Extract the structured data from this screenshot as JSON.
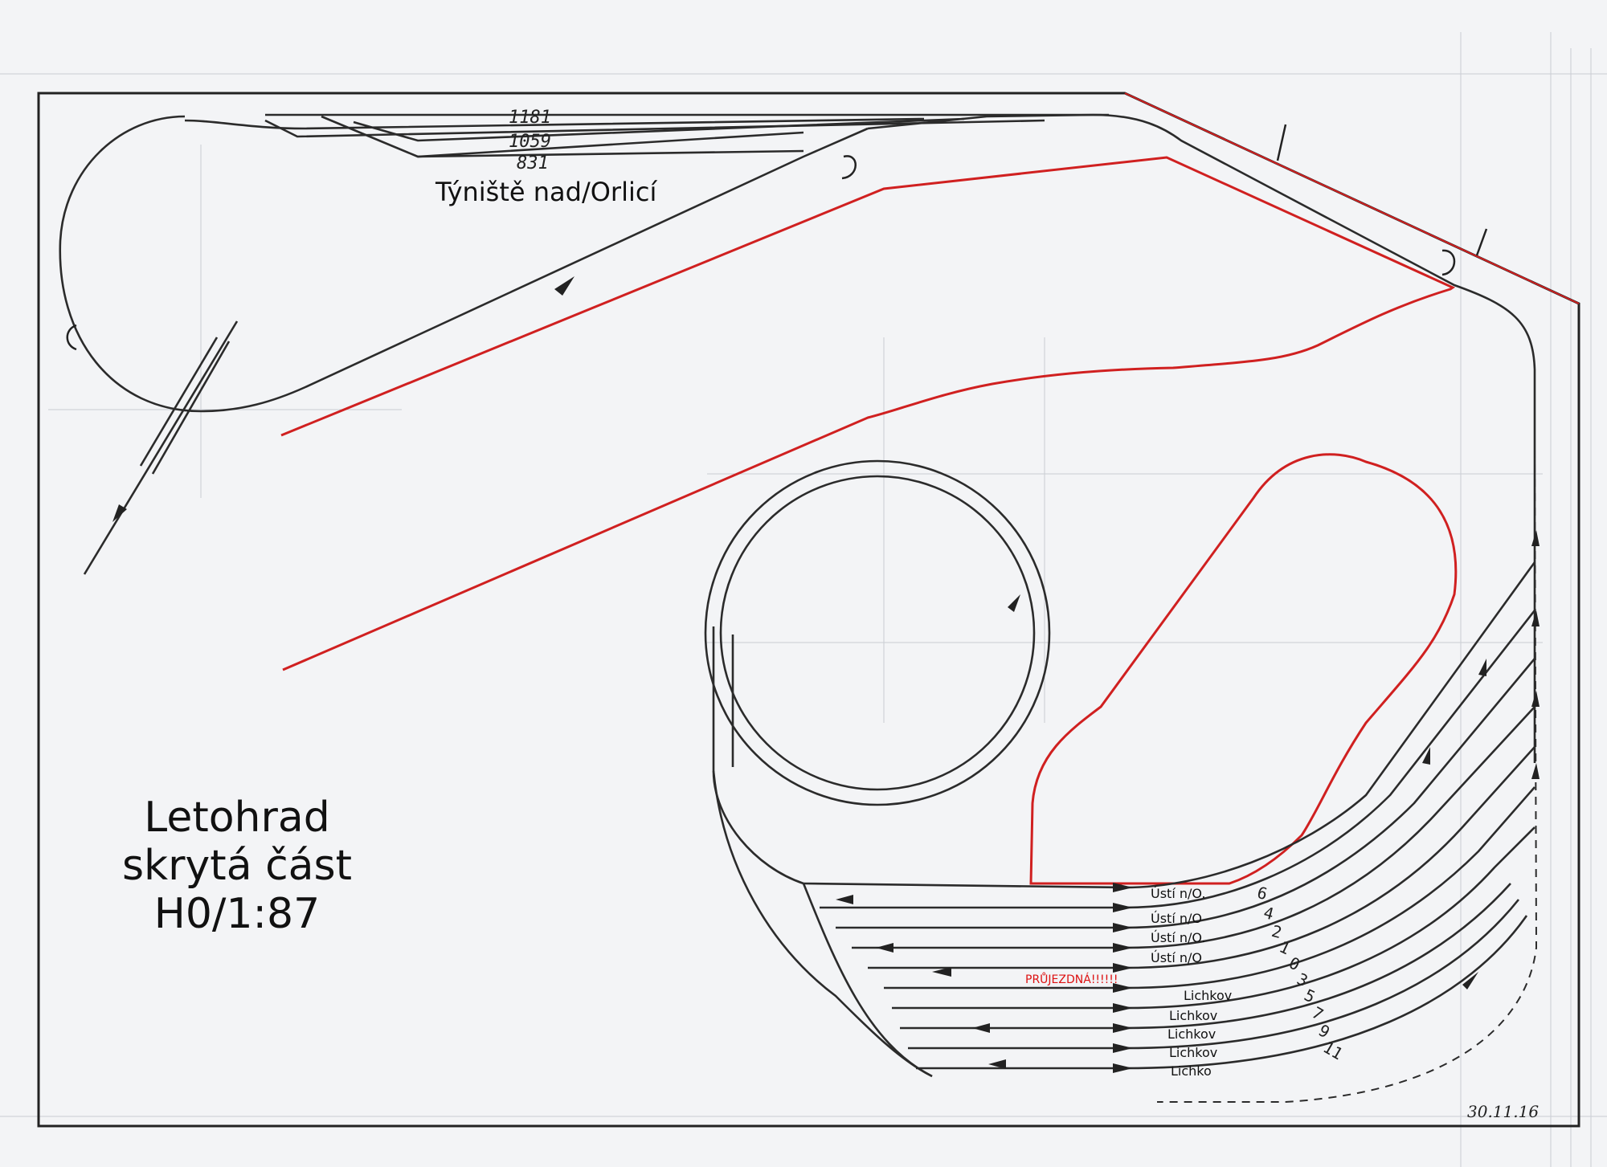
{
  "title": {
    "line1": "Letohrad",
    "line2": "skrytá část",
    "line3": "H0/1:87"
  },
  "upper_station": {
    "name": "Týniště nad/Orlicí",
    "track_lengths": [
      "1181",
      "1059",
      "831"
    ]
  },
  "fiddle_yard": {
    "tracks": [
      {
        "destination": "Ústí n/O.",
        "number": "6"
      },
      {
        "destination": "Ústí n/O",
        "number": "4"
      },
      {
        "destination": "Ústí n/O.",
        "number": "2"
      },
      {
        "destination": "Ústí n/O",
        "number": "0"
      },
      {
        "destination": "PRŮJEZDNÁ!!!!!!",
        "number": "3"
      },
      {
        "destination": "Lichkov",
        "number": "5"
      },
      {
        "destination": "Lichkov",
        "number": "7"
      },
      {
        "destination": "Lichkov",
        "number": "9"
      },
      {
        "destination": "Lichkov",
        "number": "11"
      },
      {
        "destination": "Lichko",
        "number": ""
      }
    ],
    "extra_number": "1"
  },
  "signature": "30.11.16",
  "colors": {
    "track": "#2b2b2b",
    "upper_level": "#d02020",
    "border": "#222222",
    "warning": "#dd1111"
  }
}
